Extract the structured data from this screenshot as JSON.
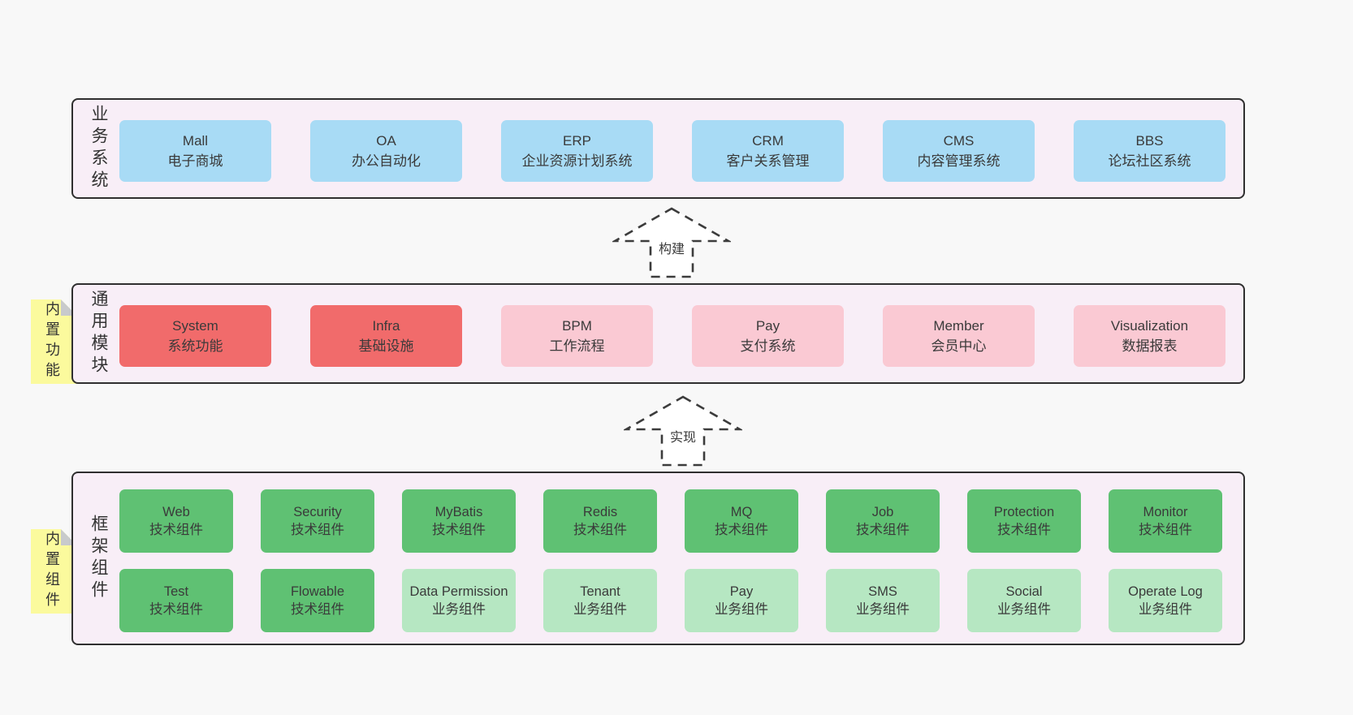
{
  "colors": {
    "page_bg": "#f8f8f8",
    "panel_bg": "#f8eef7",
    "panel_border": "#2f2f2f",
    "business_box": "#a8dbf5",
    "module_box_core": "#f16b6b",
    "module_box_plain": "#fac9d3",
    "framework_box_tech": "#5fc173",
    "framework_box_biz": "#b6e7c2",
    "note_bg": "#fbfa9d",
    "note_fold": "#c8cacc",
    "text": "#3a3a3a"
  },
  "business": {
    "label": "业务系统",
    "boxes": [
      {
        "en": "Mall",
        "zh": "电子商城"
      },
      {
        "en": "OA",
        "zh": "办公自动化"
      },
      {
        "en": "ERP",
        "zh": "企业资源计划系统"
      },
      {
        "en": "CRM",
        "zh": "客户关系管理"
      },
      {
        "en": "CMS",
        "zh": "内容管理系统"
      },
      {
        "en": "BBS",
        "zh": "论坛社区系统"
      }
    ]
  },
  "arrows": {
    "build": "构建",
    "implement": "实现"
  },
  "modules": {
    "label": "通用模块",
    "note": "内置功能",
    "boxes": [
      {
        "en": "System",
        "zh": "系统功能"
      },
      {
        "en": "Infra",
        "zh": "基础设施"
      },
      {
        "en": "BPM",
        "zh": "工作流程"
      },
      {
        "en": "Pay",
        "zh": "支付系统"
      },
      {
        "en": "Member",
        "zh": "会员中心"
      },
      {
        "en": "Visualization",
        "zh": "数据报表"
      }
    ]
  },
  "framework": {
    "label": "框架组件",
    "note": "内置组件",
    "row1": [
      {
        "en": "Web",
        "zh": "技术组件"
      },
      {
        "en": "Security",
        "zh": "技术组件"
      },
      {
        "en": "MyBatis",
        "zh": "技术组件"
      },
      {
        "en": "Redis",
        "zh": "技术组件"
      },
      {
        "en": "MQ",
        "zh": "技术组件"
      },
      {
        "en": "Job",
        "zh": "技术组件"
      },
      {
        "en": "Protection",
        "zh": "技术组件"
      },
      {
        "en": "Monitor",
        "zh": "技术组件"
      }
    ],
    "row2": [
      {
        "en": "Test",
        "zh": "技术组件"
      },
      {
        "en": "Flowable",
        "zh": "技术组件"
      },
      {
        "en": "Data Permission",
        "zh": "业务组件"
      },
      {
        "en": "Tenant",
        "zh": "业务组件"
      },
      {
        "en": "Pay",
        "zh": "业务组件"
      },
      {
        "en": "SMS",
        "zh": "业务组件"
      },
      {
        "en": "Social",
        "zh": "业务组件"
      },
      {
        "en": "Operate Log",
        "zh": "业务组件"
      }
    ]
  }
}
